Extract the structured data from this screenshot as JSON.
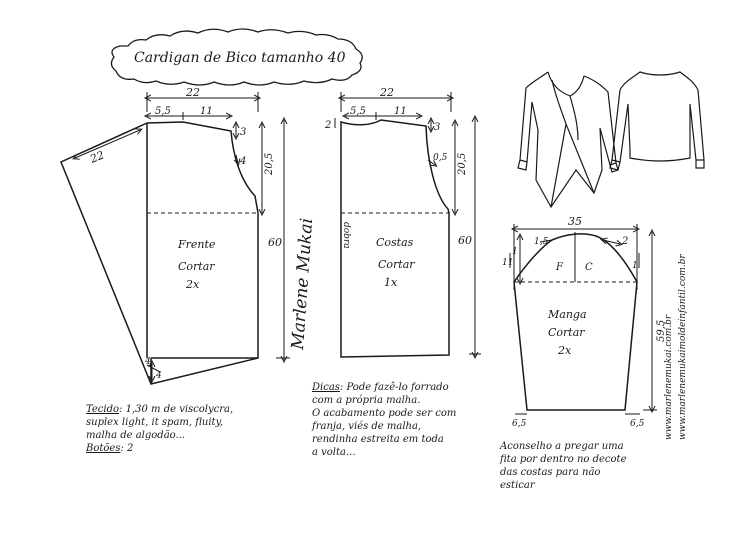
{
  "title": "Cardigan de Bico tamanho 40",
  "front": {
    "top_width": "22",
    "neck_width": "5,5",
    "shoulder": "11",
    "shoulder_drop": "3",
    "neck_drop": "4",
    "armhole_depth": "20,5",
    "length": "60",
    "drape": "22",
    "hem_left": "4",
    "hem_right": "4",
    "label": [
      "Frente",
      "Cortar",
      "2x"
    ]
  },
  "back": {
    "top_width": "22",
    "neck_width": "5,5",
    "shoulder": "11",
    "neck_drop": "2",
    "shoulder_drop": "3",
    "armhole_curve": "0,5",
    "armhole_depth": "20,5",
    "length": "60",
    "fold": "dobra",
    "label": [
      "Costas",
      "Cortar",
      "1x"
    ]
  },
  "sleeve": {
    "width": "35",
    "left_step": "1,5",
    "right_step": "2",
    "cap_left": "1",
    "cap_right": "1",
    "side_depth": "11",
    "length": "59,5",
    "front_marker": "F",
    "back_marker": "C",
    "cuff_left": "6,5",
    "cuff_right": "6,5",
    "label": [
      "Manga",
      "Cortar",
      "2x"
    ]
  },
  "signature": "Marlene Mukai",
  "watermark": [
    "www.marlenemukai.com.br",
    "www.marlenemukaimoldeinfantil.com.br"
  ],
  "notes": {
    "fabric": {
      "label": "Tecido",
      "lines": [
        ": 1,30 m de viscolycra,",
        "suplex light, it spam, fluity,",
        "malha de algodão..."
      ]
    },
    "buttons": {
      "label": "Botões",
      "value": ": 2"
    },
    "tips": {
      "label": "Dicas",
      "lines": [
        ": Pode fazê-lo forrado",
        "com a própria malha.",
        "O acabamento pode ser com",
        "franja, viés de malha,",
        "rendinha estreita em toda",
        "a volta..."
      ]
    },
    "advice": [
      "Aconselho a pregar uma",
      "fita por dentro no decote",
      "das costas para não",
      "esticar"
    ]
  }
}
